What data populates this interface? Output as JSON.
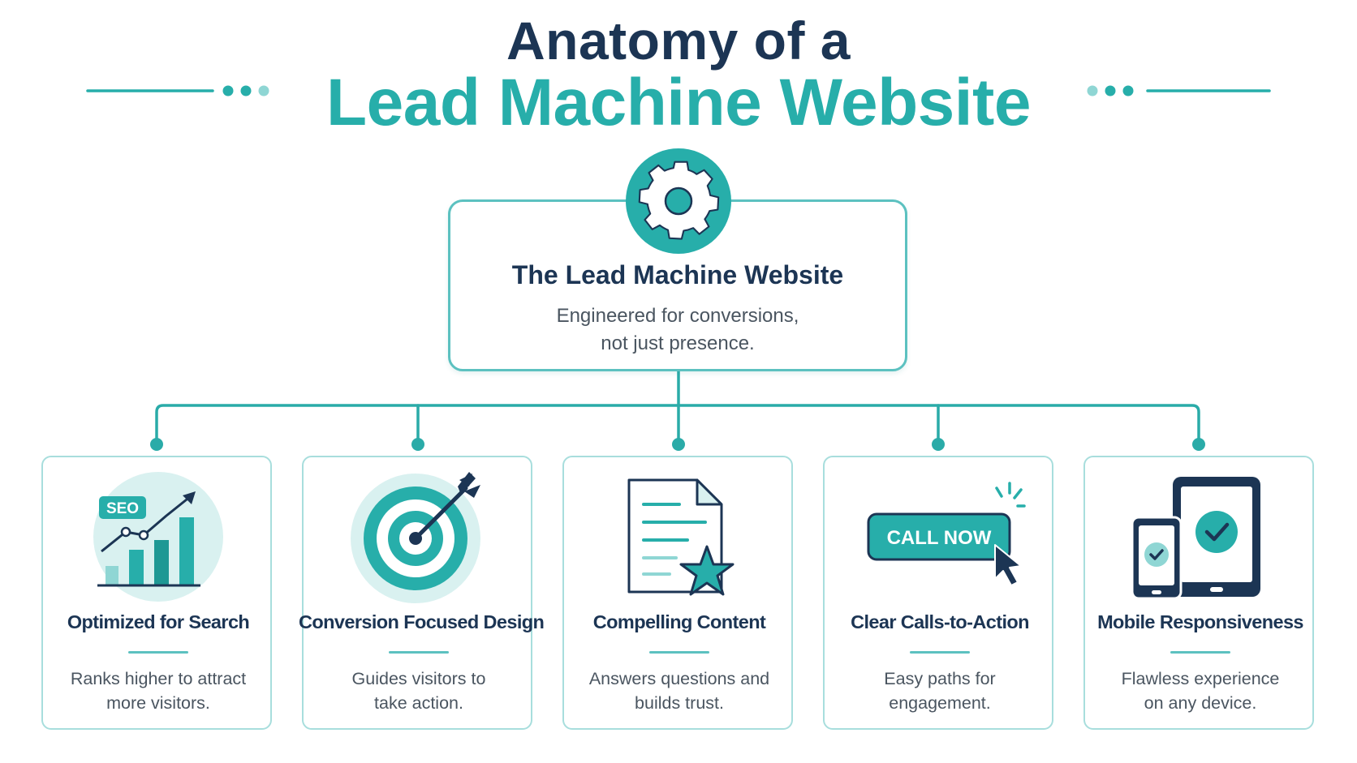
{
  "header": {
    "line1": "Anatomy of a",
    "line2": "Lead Machine Website"
  },
  "central": {
    "icon": "gear-icon",
    "title": "The Lead Machine Website",
    "subtitle_line1": "Engineered for conversions,",
    "subtitle_line2": "not just presence."
  },
  "cards": [
    {
      "icon": "seo-growth-chart-icon",
      "badge": "SEO",
      "title": "Optimized for Search",
      "desc_line1": "Ranks higher to attract",
      "desc_line2": "more visitors."
    },
    {
      "icon": "target-arrow-icon",
      "title": "Conversion Focused Design",
      "desc_line1": "Guides visitors to",
      "desc_line2": "take action."
    },
    {
      "icon": "document-star-icon",
      "title": "Compelling Content",
      "desc_line1": "Answers questions and",
      "desc_line2": "builds trust."
    },
    {
      "icon": "cta-button-cursor-icon",
      "button_label": "CALL NOW",
      "title": "Clear Calls-to-Action",
      "desc_line1": "Easy paths for",
      "desc_line2": "engagement."
    },
    {
      "icon": "devices-check-icon",
      "title": "Mobile Responsiveness",
      "desc_line1": "Flawless experience",
      "desc_line2": "on any device."
    }
  ],
  "colors": {
    "navy": "#1c3554",
    "teal": "#27aeaa",
    "teal_light": "#5cc1c0",
    "teal_pale": "#d9f1f0",
    "card_border": "#a8dedd",
    "body_text": "#4a5560"
  }
}
